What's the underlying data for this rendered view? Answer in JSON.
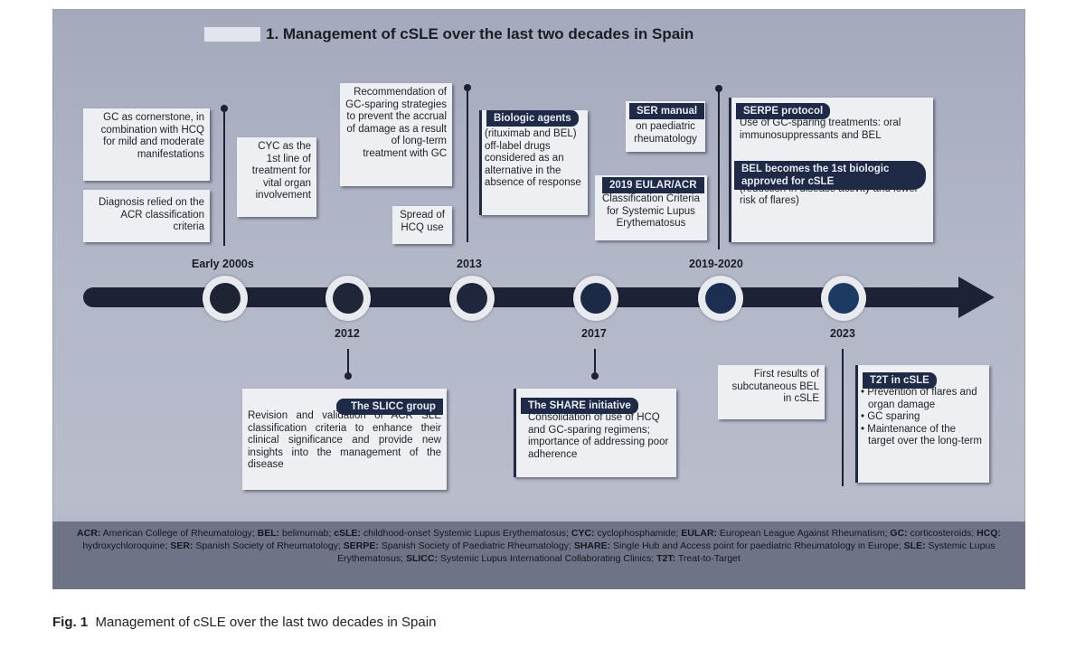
{
  "title": "1. Management of cSLE over the last two decades in Spain",
  "years_top": [
    "Early 2000s",
    "2013",
    "2019-2020"
  ],
  "years_bottom": [
    "2012",
    "2017",
    "2023"
  ],
  "boxes": {
    "gc": "GC as cornerstone, in combination with HCQ for mild and moderate manifestations",
    "diag": "Diagnosis relied on the ACR classification criteria",
    "cyc": "CYC as the 1st line of treatment for vital organ involvement",
    "rec": "Recommendation of GC-sparing strategies to prevent the accrual of damage as a result of long-term treatment with GC",
    "spread": "Spread of HCQ use",
    "bio_tag": "Biologic agents",
    "bio_text": "(rituximab and BEL) off-label drugs considered as an alternative in the absence of response",
    "ser_tag": "SER manual",
    "ser_text": "on paediatric rheumatology",
    "eular_tag": "2019 EULAR/ACR",
    "eular_text": "Classification Criteria for Systemic Lupus Erythematosus",
    "serpe_tag": "SERPE protocol",
    "serpe_text": "Use of GC-sparing treatments: oral immunosuppressants and BEL",
    "bel_tag": "BEL becomes the 1st biologic approved for cSLE",
    "bel_text": "After the results of the PLUTO trial (reduction in disease activity and lower risk of flares)",
    "slicc_tag": "The SLICC group",
    "slicc_text": "Revision and validation of ACR SLE classification criteria to enhance their clinical significance and provide new insights into the management of the disease",
    "share_tag": "The SHARE initiative",
    "share_text": "Consolidation of use of HCQ and GC-sparing regimens; importance of addressing poor adherence",
    "first": "First results of subcutaneous BEL in cSLE",
    "t2t_tag": "T2T in cSLE",
    "t2t_items": [
      "Prevention of flares and organ damage",
      "GC sparing",
      "Maintenance of the target over the long-term"
    ]
  },
  "milestone_colors": [
    "#1f2435",
    "#202638",
    "#1f273d",
    "#1d2a46",
    "#1c2f52",
    "#1d3a63"
  ],
  "legend": [
    {
      "abbr": "ACR",
      "def": "American College of Rheumatology;"
    },
    {
      "abbr": "BEL",
      "def": "belimumab;"
    },
    {
      "abbr": "cSLE",
      "def": "childhood-onset Systemic Lupus Erythematosus;"
    },
    {
      "abbr": "CYC",
      "def": "cyclophosphamide;"
    },
    {
      "abbr": "EULAR",
      "def": "European League Against Rheumatism;"
    },
    {
      "abbr": "GC",
      "def": "corticosteroids;"
    },
    {
      "abbr": "HCQ",
      "def": "hydroxychloroquine;"
    },
    {
      "abbr": "SER",
      "def": "Spanish Society of Rheumatology;"
    },
    {
      "abbr": "SERPE",
      "def": "Spanish Society of Paediatric Rheumatology;"
    },
    {
      "abbr": "SHARE",
      "def": "Single Hub and Access point for paediatric Rheumatology in Europe;"
    },
    {
      "abbr": "SLE",
      "def": "Systemic Lupus Erythematosus;"
    },
    {
      "abbr": "SLICC",
      "def": "Systemic Lupus International Collaborating Clinics;"
    },
    {
      "abbr": "T2T",
      "def": "Treat-to-Target"
    }
  ],
  "caption": {
    "label": "Fig. 1",
    "text": "Management of cSLE over the last two decades in Spain"
  }
}
